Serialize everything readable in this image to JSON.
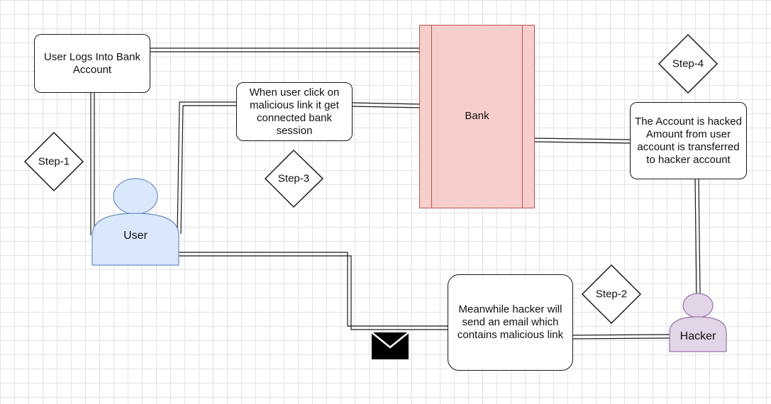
{
  "boxes": {
    "login": "User Logs Into Bank Account",
    "click": "When user click on malicious link it get connected bank session",
    "hacked": "The Account is hacked Amount from user account is transferred to hacker account",
    "email": "Meanwhile hacker will send an email which contains malicious link"
  },
  "bank": {
    "label": "Bank",
    "fill": "#f8cecc",
    "stroke": "#b85450"
  },
  "steps": {
    "step1": "Step-1",
    "step2": "Step-2",
    "step3": "Step-3",
    "step4": "Step-4"
  },
  "actors": {
    "user": {
      "label": "User",
      "fill": "#dae8fc",
      "stroke": "#6c8ebf"
    },
    "hacker": {
      "label": "Hacker",
      "fill": "#e1d5e7",
      "stroke": "#9673a6"
    }
  },
  "icons": {
    "email": "envelope-icon"
  }
}
